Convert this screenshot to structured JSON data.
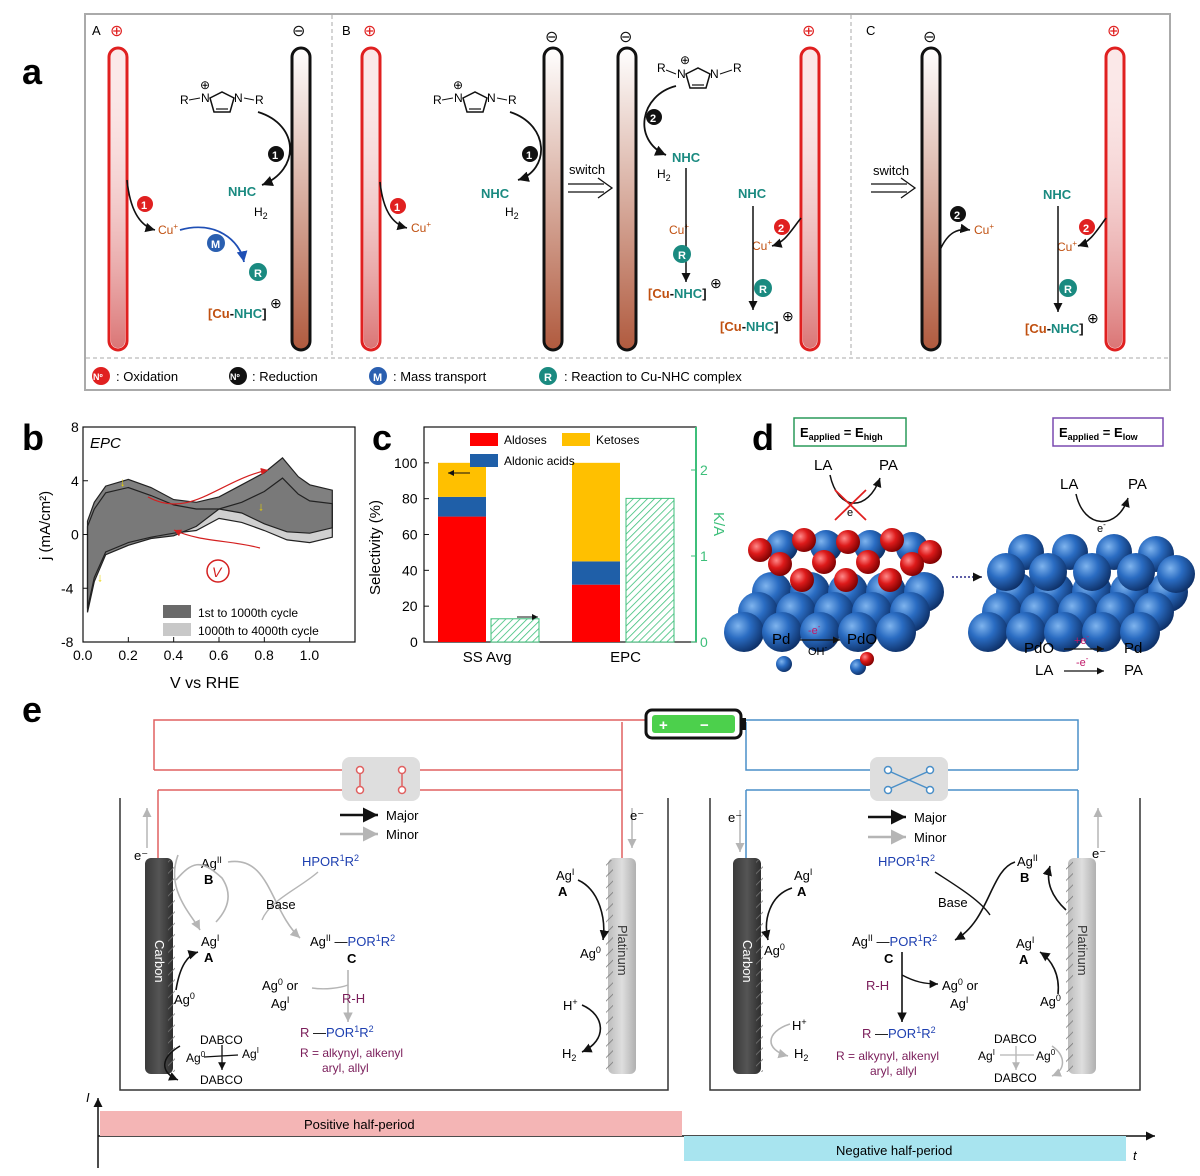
{
  "panel_labels": {
    "a": "a",
    "b": "b",
    "c": "c",
    "d": "d",
    "e": "e"
  },
  "panel_a": {
    "sub_labels": [
      "A",
      "B",
      "C"
    ],
    "plus_symbol": "⊕",
    "minus_symbol": "⊖",
    "switch_label": "switch",
    "nhc": "NHC",
    "h2": "H",
    "h2_sub": "2",
    "cu_plus": "Cu",
    "cu_nhc_bracket_open": "[",
    "cu_nhc_cu": "Cu",
    "cu_nhc_dash": "-",
    "cu_nhc_nhc": "NHC",
    "cu_nhc_bracket_close": "]",
    "imidazolium_r": "R",
    "imidazolium_n": "N",
    "step_numbers": [
      "1",
      "2"
    ],
    "legend": [
      {
        "badge": "Nº",
        "text": ": Oxidation",
        "color": "#e02020"
      },
      {
        "badge": "Nº",
        "text": ": Reduction",
        "color": "#111111"
      },
      {
        "badge": "M",
        "text": ": Mass transport",
        "color": "#2a5fb0"
      },
      {
        "badge": "R",
        "text": ": Reaction to Cu-NHC complex",
        "color": "#1a8a80"
      }
    ],
    "badge_m": "M",
    "badge_r": "R"
  },
  "panel_b": {
    "inset_label": "EPC",
    "ylabel": "j (mA/cm²)",
    "xlabel": "V vs RHE",
    "cycle_symbol": "V",
    "legend": [
      "1st to 1000th cycle",
      "1000th to 4000th cycle"
    ]
  },
  "panel_c": {
    "ylabel": "Selectivity (%)",
    "y2label": "K/A",
    "legend": [
      "Aldoses",
      "Ketoses",
      "Aldonic acids"
    ]
  },
  "panel_d": {
    "box_high_main": "E",
    "box_high_sub1": "applied",
    "box_high_eq": " = E",
    "box_high_sub2": "high",
    "box_low_main": "E",
    "box_low_sub1": "applied",
    "box_low_eq": " = E",
    "box_low_sub2": "low",
    "la": "LA",
    "pa": "PA",
    "electron": "e",
    "pd": "Pd",
    "pdo": "PdO",
    "minus_e": "-e",
    "plus_e": "+e",
    "oh": "OH"
  },
  "panel_e": {
    "major": "Major",
    "minor": "Minor",
    "carbon": "Carbon",
    "platinum": "Platinum",
    "e_minus": "e⁻",
    "base": "Base",
    "ag": "Ag",
    "ag_ii_sup": "II",
    "ag_i_sup": "I",
    "ag_0_sup": "0",
    "b_label": "B",
    "a_label": "A",
    "c_label": "C",
    "hpor": "HPOR",
    "por": "POR",
    "r1": "1",
    "r2": "R",
    "r2_sup": "2",
    "rh": "R-H",
    "r_dash": "R",
    "ag0_or": "or",
    "h_plus": "H",
    "h2": "H",
    "dabco": "DABCO",
    "r_def_1": "R = alkynyl, alkenyl",
    "r_def_2": "aryl, allyl",
    "positive_half": "Positive half-period",
    "negative_half": "Negative half-period",
    "axis_i": "I",
    "axis_t": "t"
  },
  "chart_data": [
    {
      "type": "line",
      "panel": "b",
      "title": "",
      "xlabel": "V vs RHE",
      "ylabel": "j (mA/cm²)",
      "xlim": [
        0.0,
        1.2
      ],
      "ylim": [
        -8,
        8
      ],
      "xticks": [
        "0.0",
        "0.2",
        "0.4",
        "0.6",
        "0.8",
        "1.0"
      ],
      "yticks": [
        "-8",
        "-4",
        "0",
        "4",
        "8"
      ],
      "annotation": "EPC",
      "series": [
        {
          "name": "1st to 1000th cycle",
          "color": "#6a6a6a",
          "forward": [
            [
              0.02,
              -5.8
            ],
            [
              0.05,
              -3.5
            ],
            [
              0.1,
              -1.5
            ],
            [
              0.2,
              -0.8
            ],
            [
              0.3,
              -0.3
            ],
            [
              0.4,
              -0.1
            ],
            [
              0.5,
              0.6
            ],
            [
              0.6,
              1.9
            ],
            [
              0.7,
              1.6
            ],
            [
              0.8,
              0.8
            ],
            [
              0.9,
              0.2
            ],
            [
              1.0,
              0.1
            ],
            [
              1.1,
              0.5
            ]
          ],
          "reverse": [
            [
              1.1,
              3.3
            ],
            [
              1.0,
              3.7
            ],
            [
              0.95,
              4.3
            ],
            [
              0.88,
              5.7
            ],
            [
              0.8,
              4.6
            ],
            [
              0.7,
              3.7
            ],
            [
              0.6,
              2.8
            ],
            [
              0.5,
              2.4
            ],
            [
              0.4,
              2.6
            ],
            [
              0.3,
              3.5
            ],
            [
              0.2,
              4.1
            ],
            [
              0.1,
              3.6
            ],
            [
              0.05,
              2.4
            ],
            [
              0.02,
              1.0
            ]
          ]
        },
        {
          "name": "1000th to 4000th cycle",
          "color": "#c8c8c8",
          "forward": [
            [
              0.02,
              -5.5
            ],
            [
              0.05,
              -3.2
            ],
            [
              0.1,
              -1.3
            ],
            [
              0.2,
              -0.6
            ],
            [
              0.3,
              -0.2
            ],
            [
              0.4,
              0.1
            ],
            [
              0.5,
              0.3
            ],
            [
              0.6,
              1.2
            ],
            [
              0.7,
              0.9
            ],
            [
              0.8,
              0.3
            ],
            [
              0.9,
              -0.4
            ],
            [
              1.0,
              -0.6
            ],
            [
              1.1,
              -0.2
            ]
          ],
          "reverse": [
            [
              1.1,
              2.3
            ],
            [
              1.0,
              2.5
            ],
            [
              0.95,
              3.0
            ],
            [
              0.88,
              4.2
            ],
            [
              0.8,
              3.2
            ],
            [
              0.7,
              2.4
            ],
            [
              0.6,
              1.9
            ],
            [
              0.5,
              1.9
            ],
            [
              0.4,
              2.2
            ],
            [
              0.3,
              2.9
            ],
            [
              0.2,
              3.5
            ],
            [
              0.1,
              3.1
            ],
            [
              0.05,
              1.9
            ],
            [
              0.02,
              0.6
            ]
          ]
        }
      ]
    },
    {
      "type": "bar",
      "panel": "c",
      "title": "",
      "ylabel": "Selectivity (%)",
      "y2label": "K/A",
      "categories": [
        "SS Avg",
        "EPC"
      ],
      "ylim": [
        0,
        120
      ],
      "y2lim": [
        0,
        2.5
      ],
      "yticks": [
        "0",
        "20",
        "40",
        "60",
        "80",
        "100"
      ],
      "y2ticks": [
        "0",
        "1",
        "2"
      ],
      "series": [
        {
          "name": "Aldoses",
          "color": "#ff0000",
          "values": [
            70,
            32
          ]
        },
        {
          "name": "Aldonic acids",
          "color": "#1f5fa8",
          "values": [
            11,
            13
          ]
        },
        {
          "name": "Ketoses",
          "color": "#ffc000",
          "values": [
            19,
            55
          ]
        },
        {
          "name": "K/A",
          "color": "#3dbf7a",
          "axis": "right",
          "values": [
            0.27,
            1.67
          ]
        }
      ]
    }
  ]
}
